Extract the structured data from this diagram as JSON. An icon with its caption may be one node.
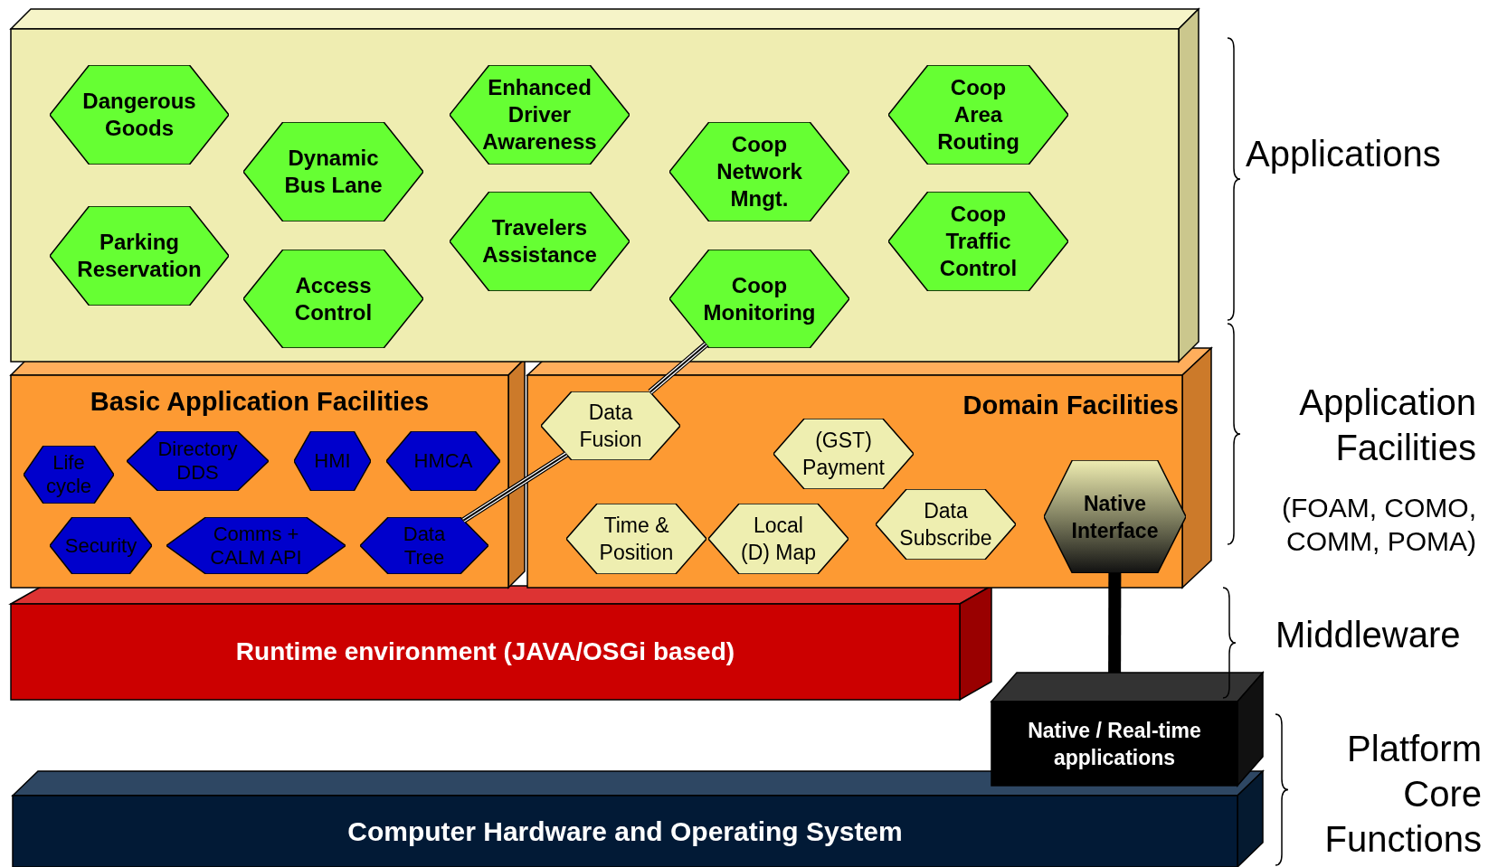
{
  "diagram": {
    "nodes": [
      {
        "text": [],
        "shape": "box"
      },
      {
        "text": [
          "Dangerous Goods"
        ],
        "in": 0
      },
      {
        "text": [
          "Parking Reservation"
        ],
        "in": 0
      },
      {
        "text": [
          "Dynamic Bus Lane"
        ],
        "in": 0
      },
      {
        "text": [
          "Access Control"
        ],
        "in": 0
      },
      {
        "text": [
          "Enhanced Driver Awareness"
        ],
        "in": 0
      },
      {
        "text": [
          "Travelers Assistance"
        ],
        "in": 0
      },
      {
        "text": [
          "Coop Network Mngt."
        ],
        "in": 0
      },
      {
        "text": [
          "Coop Monitoring"
        ],
        "in": 0
      },
      {
        "text": [
          "Coop Area Routing"
        ],
        "in": 0
      },
      {
        "text": [
          "Coop Traffic Control"
        ],
        "in": 0
      },
      {
        "text": [
          "Basic Application Facilities"
        ]
      },
      {
        "text": [
          "Life cycle"
        ],
        "in": 11
      },
      {
        "text": [
          "Directory DDS"
        ],
        "in": 11
      },
      {
        "text": [
          "HMI"
        ],
        "in": 11
      },
      {
        "text": [
          "HMCA"
        ],
        "in": 11
      },
      {
        "text": [
          "Security"
        ],
        "in": 11
      },
      {
        "text": [
          "Comms + CALM API"
        ],
        "in": 11
      },
      {
        "text": [
          "Data Tree"
        ],
        "in": 11
      },
      {
        "text": [
          "Domain Facilities"
        ]
      },
      {
        "text": [
          "Data Fusion"
        ],
        "in": 19
      },
      {
        "text": [
          "(GST) Payment"
        ],
        "in": 19
      },
      {
        "text": [
          "Time & Position"
        ],
        "in": 19
      },
      {
        "text": [
          "Local (D) Map"
        ],
        "in": 19
      },
      {
        "text": [
          "Data Subscribe"
        ],
        "in": 19
      },
      {
        "text": [
          "Native Interface"
        ],
        "in": 19
      },
      {
        "text": [
          "Runtime environment (JAVA/OSGi based)"
        ]
      },
      {
        "text": [
          "Native / Real-time applications"
        ]
      },
      {
        "text": [
          "Computer Hardware and Operating System"
        ]
      }
    ],
    "edges": [
      {
        "from": 18,
        "to": 20,
        "arrow": "none"
      },
      {
        "from": 20,
        "to": 8,
        "arrow": "none"
      },
      {
        "from": 25,
        "to": 27,
        "arrow": "none",
        "style": "thick"
      }
    ],
    "labels": [
      "Applications",
      "Application Facilities",
      "(FOAM, COMO, COMM, POMA)",
      "Middleware",
      "Platform Core Functions"
    ]
  }
}
